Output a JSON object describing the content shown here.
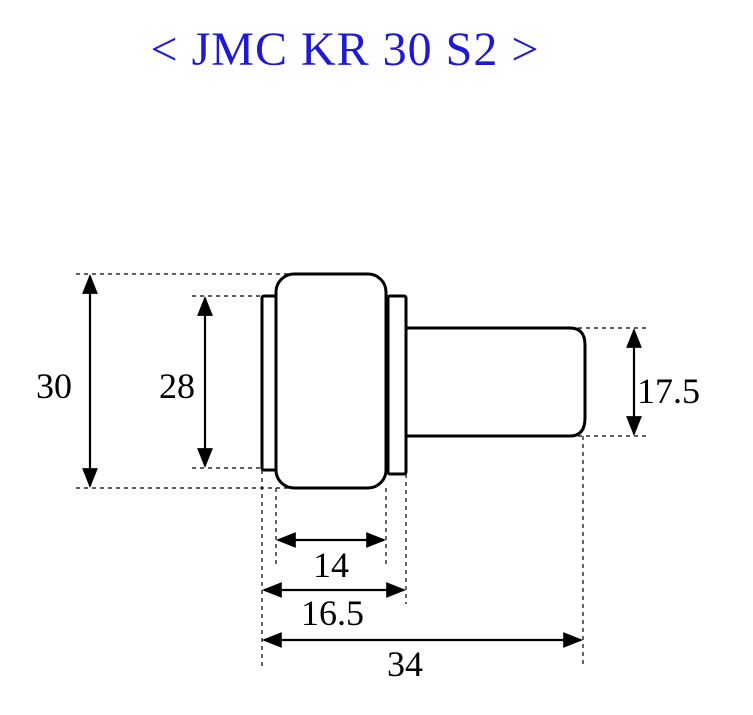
{
  "title": "< JMC KR 30 S2 >",
  "dimensions": {
    "outer_diameter": "30",
    "flange_diameter": "28",
    "stud_diameter": "17.5",
    "roller_width": "14",
    "flange_width": "16.5",
    "overall_length": "34"
  },
  "colors": {
    "title": "#1d1ad0",
    "drawing": "#000000"
  }
}
